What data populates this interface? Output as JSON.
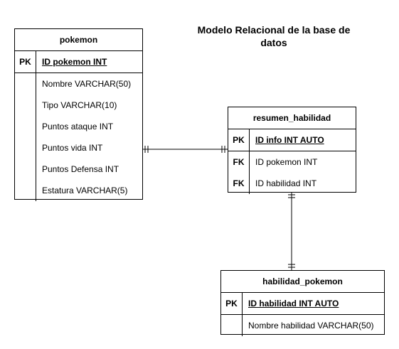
{
  "title": "Modelo Relacional de la base de datos",
  "tables": {
    "pokemon": {
      "name": "pokemon",
      "pk": {
        "key": "PK",
        "field": "ID pokemon INT"
      },
      "attributes": [
        "Nombre VARCHAR(50)",
        "Tipo VARCHAR(10)",
        "Puntos ataque INT",
        "Puntos vida INT",
        "Puntos Defensa INT",
        "Estatura VARCHAR(5)"
      ]
    },
    "resumen_habilidad": {
      "name": "resumen_habilidad",
      "pk": {
        "key": "PK",
        "field": "ID  info INT AUTO"
      },
      "fks": [
        {
          "key": "FK",
          "field": "ID pokemon INT"
        },
        {
          "key": "FK",
          "field": "ID habilidad INT"
        }
      ]
    },
    "habilidad_pokemon": {
      "name": "habilidad_pokemon",
      "pk": {
        "key": "PK",
        "field": "ID habilidad INT AUTO"
      },
      "attributes": [
        "Nombre habilidad VARCHAR(50)"
      ]
    }
  },
  "relations": [
    {
      "from": "pokemon",
      "to": "resumen_habilidad",
      "from_end": "one-and-only-one",
      "to_end": "one-and-only-one"
    },
    {
      "from": "resumen_habilidad",
      "to": "habilidad_pokemon",
      "from_end": "one-and-only-one",
      "to_end": "one-and-only-one"
    }
  ]
}
